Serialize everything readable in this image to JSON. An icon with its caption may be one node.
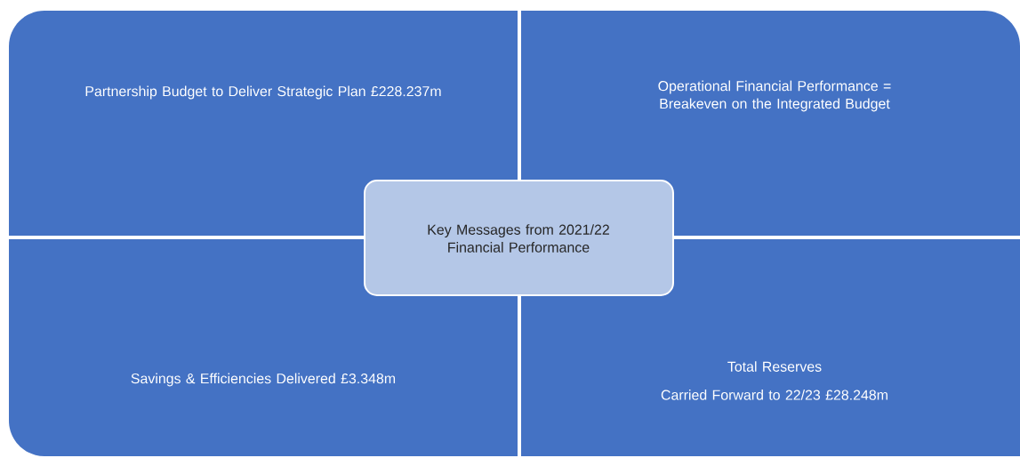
{
  "diagram": {
    "nodes": [
      {
        "text": [
          "Partnership Budget to Deliver Strategic Plan £228.237m"
        ]
      },
      {
        "text": [
          "Operational Financial Performance = Breakeven on the Integrated Budget"
        ]
      },
      {
        "text": [
          "Key Messages from 2021/22 Financial Performance"
        ]
      },
      {
        "text": [
          "Savings & Efficiencies Delivered £3.348m"
        ]
      },
      {
        "text": [
          "Total Reserves",
          "Carried Forward to 22/23 £28.248m"
        ]
      }
    ]
  }
}
